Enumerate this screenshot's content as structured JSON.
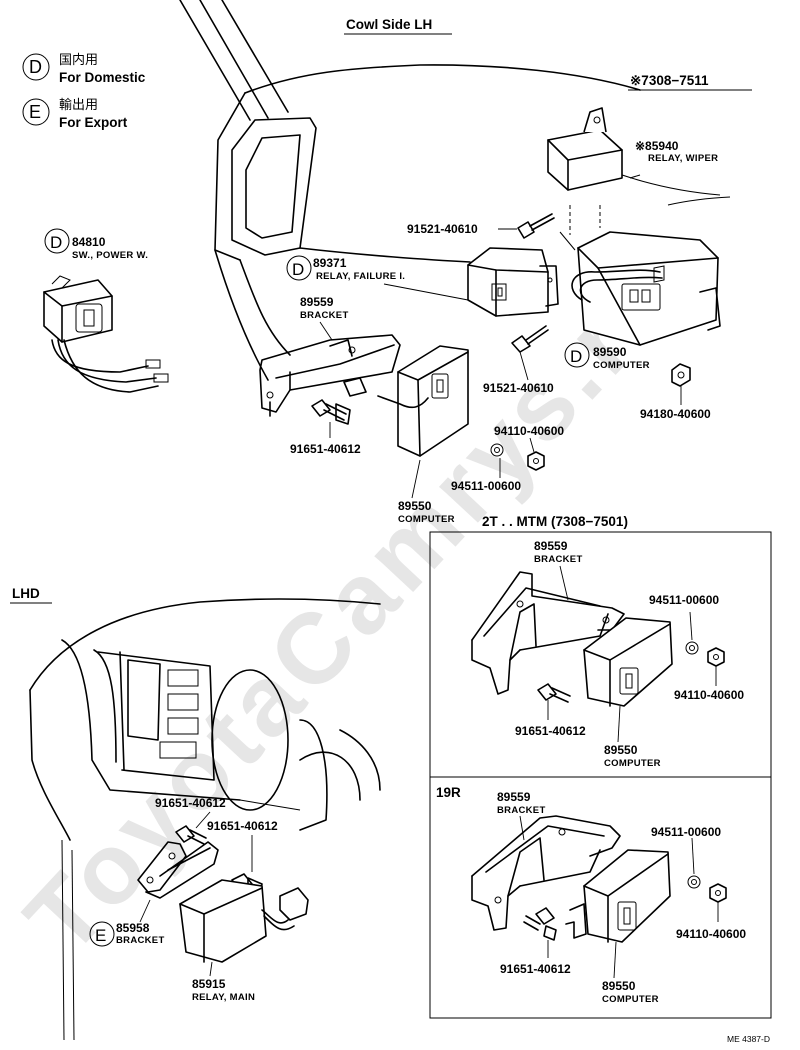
{
  "header": {
    "title": "Cowl Side LH",
    "serial_range": "※7308−7511"
  },
  "legend": [
    {
      "code": "D",
      "native": "国内用",
      "label": "For Domestic"
    },
    {
      "code": "E",
      "native": "輸出用",
      "label": "For Export"
    }
  ],
  "watermark": "ToyotaCamrys.ru",
  "side_label": "LHD",
  "parts": {
    "p85940": {
      "num": "※85940",
      "name": "RELAY, WIPER"
    },
    "p84810": {
      "code": "D",
      "num": "84810",
      "name": "SW., POWER W."
    },
    "p91521_a": {
      "num": "91521-40610"
    },
    "p89371": {
      "code": "D",
      "num": "89371",
      "name": "RELAY, FAILURE I."
    },
    "p89559": {
      "num": "89559",
      "name": "BRACKET"
    },
    "p89590": {
      "code": "D",
      "num": "89590",
      "name": "COMPUTER"
    },
    "p91521_b": {
      "num": "91521-40610"
    },
    "p94180": {
      "num": "94180-40600"
    },
    "p91651": {
      "num": "91651-40612"
    },
    "p94110": {
      "num": "94110-40600"
    },
    "p94511": {
      "num": "94511-00600"
    },
    "p89550": {
      "num": "89550",
      "name": "COMPUTER"
    }
  },
  "box1": {
    "title": "2T . . MTM (7308−7501)",
    "bracket_num": "89559",
    "bracket_name": "BRACKET",
    "washer": "94511-00600",
    "nut": "94110-40600",
    "bolt": "91651-40612",
    "computer_num": "89550",
    "computer_name": "COMPUTER"
  },
  "box2": {
    "title": "19R",
    "bracket_num": "89559",
    "bracket_name": "BRACKET",
    "washer": "94511-00600",
    "nut": "94110-40600",
    "bolt": "91651-40612",
    "computer_num": "89550",
    "computer_name": "COMPUTER"
  },
  "lhd": {
    "bolt1": "91651-40612",
    "bolt2": "91651-40612",
    "bracket_code": "E",
    "bracket_num": "85958",
    "bracket_name": "BRACKET",
    "relay_num": "85915",
    "relay_name": "RELAY, MAIN"
  },
  "footer_code": "ME 4387-D"
}
